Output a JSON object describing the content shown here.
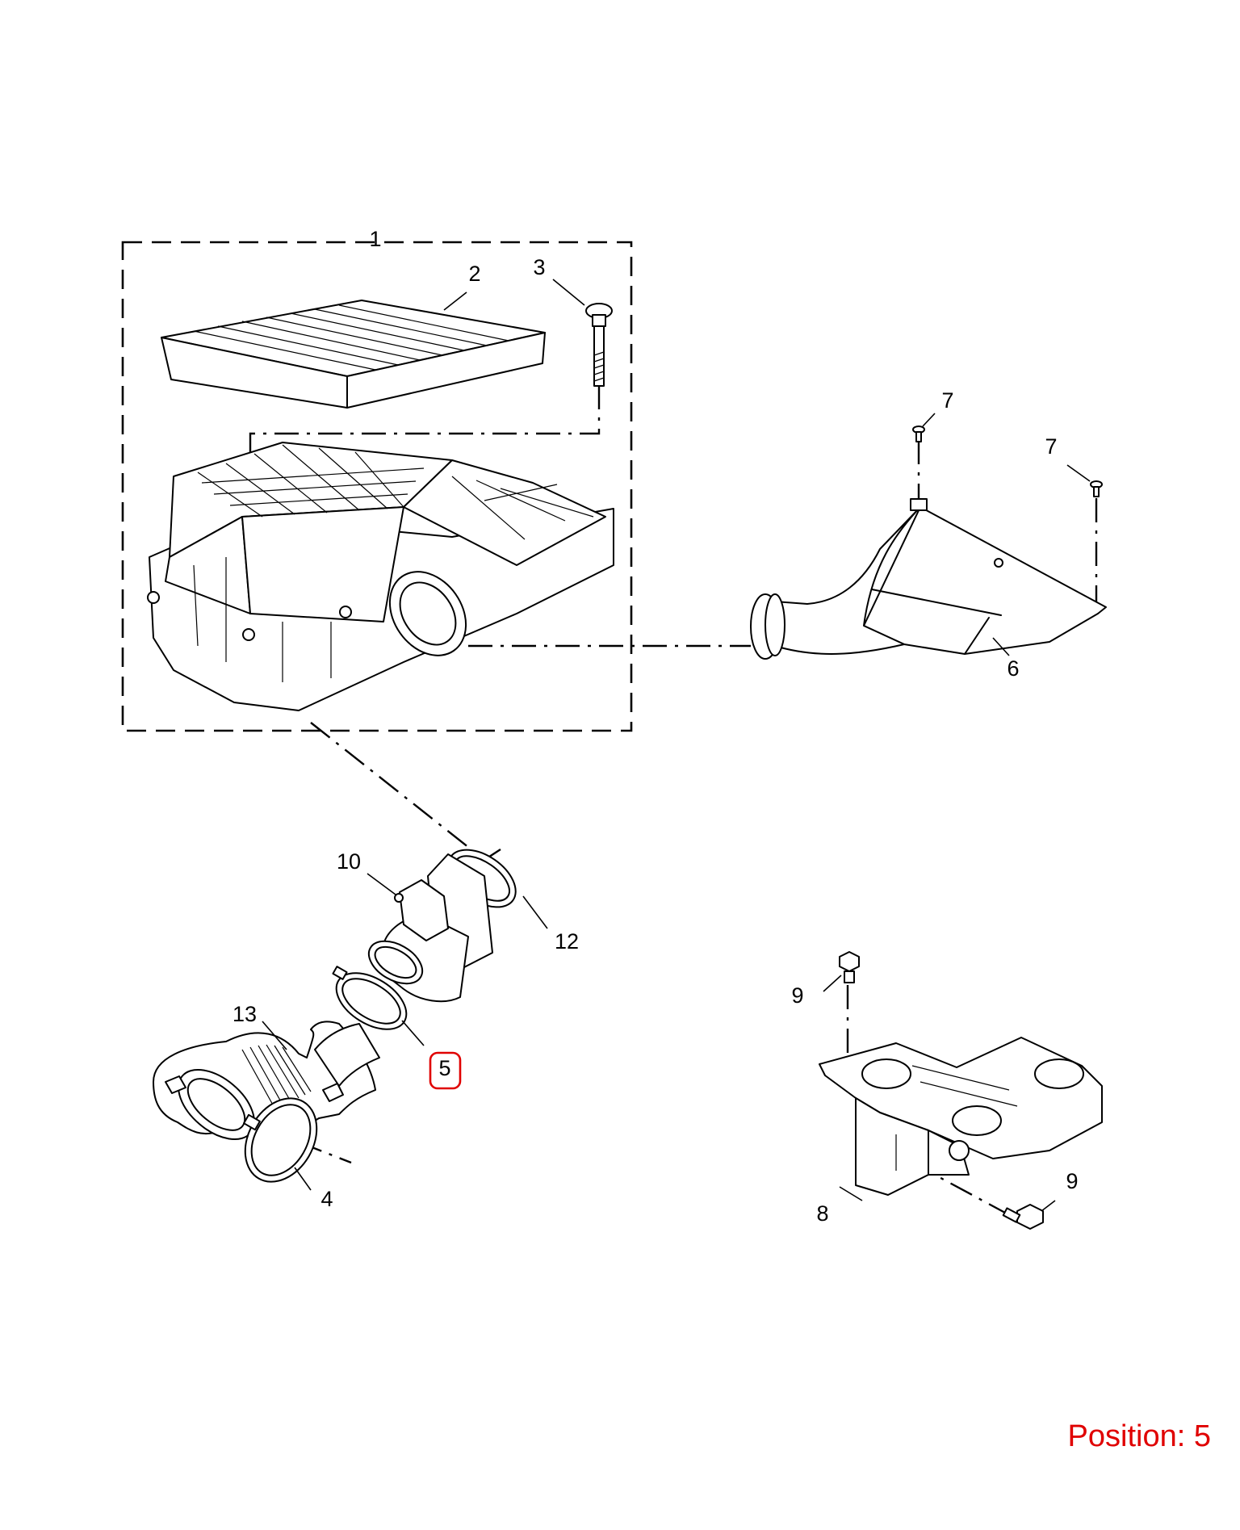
{
  "diagram": {
    "callouts": {
      "c1": "1",
      "c2": "2",
      "c3": "3",
      "c4": "4",
      "c5": "5",
      "c6": "6",
      "c7a": "7",
      "c7b": "7",
      "c8": "8",
      "c9a": "9",
      "c9b": "9",
      "c10": "10",
      "c12": "12",
      "c13": "13"
    },
    "highlight_color": "#e00000"
  },
  "position": {
    "label": "Position: 5",
    "value": 5
  }
}
